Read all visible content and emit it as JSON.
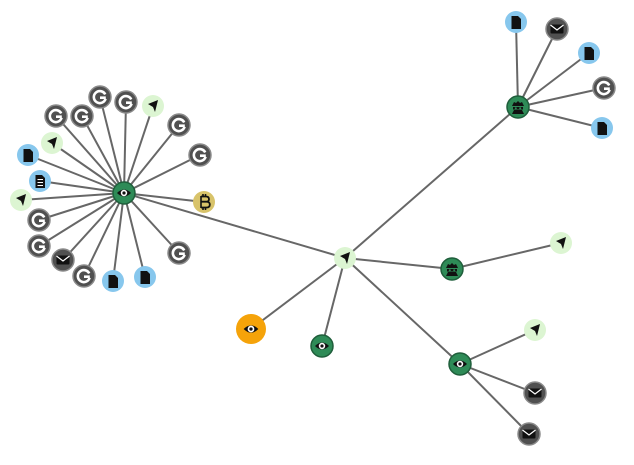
{
  "palette": {
    "edge": "#676767",
    "node_fill_dark": "#505050",
    "node_fill_doc": "#87c7ed",
    "node_fill_pale_green": "#dcf5d2",
    "node_fill_green": "#2e8b57",
    "node_fill_gold": "#d8c36a",
    "node_fill_orange": "#f5a30a",
    "glyph_black": "#111111",
    "glyph_white": "#ffffff"
  },
  "graph": {
    "nodes": [
      {
        "id": "hub-eye-left",
        "kind": "eye-green",
        "icon": "eye-icon"
      },
      {
        "id": "hub-pin-center",
        "kind": "pin",
        "icon": "pin-icon"
      },
      {
        "id": "hub-spy-top",
        "kind": "spy",
        "icon": "spy-icon"
      },
      {
        "id": "hub-spy-mid",
        "kind": "spy",
        "icon": "spy-icon"
      },
      {
        "id": "hub-eye-right",
        "kind": "eye-green",
        "icon": "eye-icon"
      },
      {
        "id": "eye-orange",
        "kind": "eye-orange",
        "icon": "eye-icon"
      },
      {
        "id": "eye-bottom",
        "kind": "eye-green",
        "icon": "eye-icon"
      },
      {
        "id": "bitcoin",
        "kind": "bitcoin",
        "icon": "bitcoin-icon"
      },
      {
        "id": "g1",
        "kind": "google",
        "icon": "google-icon"
      },
      {
        "id": "g2",
        "kind": "google",
        "icon": "google-icon"
      },
      {
        "id": "g3",
        "kind": "google",
        "icon": "google-icon"
      },
      {
        "id": "g4",
        "kind": "google",
        "icon": "google-icon"
      },
      {
        "id": "g5",
        "kind": "google",
        "icon": "google-icon"
      },
      {
        "id": "g6",
        "kind": "google",
        "icon": "google-icon"
      },
      {
        "id": "g7",
        "kind": "google",
        "icon": "google-icon"
      },
      {
        "id": "g8",
        "kind": "google",
        "icon": "google-icon"
      },
      {
        "id": "g9",
        "kind": "google",
        "icon": "google-icon"
      },
      {
        "id": "g10",
        "kind": "google",
        "icon": "google-icon"
      },
      {
        "id": "p1",
        "kind": "pin",
        "icon": "pin-icon"
      },
      {
        "id": "p2",
        "kind": "pin",
        "icon": "pin-icon"
      },
      {
        "id": "p3",
        "kind": "pin",
        "icon": "pin-icon"
      },
      {
        "id": "d1",
        "kind": "doc",
        "icon": "document-icon"
      },
      {
        "id": "d2",
        "kind": "doc-lines",
        "icon": "document-lines-icon"
      },
      {
        "id": "d3",
        "kind": "doc",
        "icon": "document-icon"
      },
      {
        "id": "d4",
        "kind": "doc",
        "icon": "document-icon"
      },
      {
        "id": "m1",
        "kind": "mail",
        "icon": "mail-icon"
      },
      {
        "id": "t-doc1",
        "kind": "doc",
        "icon": "document-icon"
      },
      {
        "id": "t-mail",
        "kind": "mail",
        "icon": "mail-icon"
      },
      {
        "id": "t-doc2",
        "kind": "doc",
        "icon": "document-icon"
      },
      {
        "id": "t-g",
        "kind": "google",
        "icon": "google-icon"
      },
      {
        "id": "t-doc3",
        "kind": "doc",
        "icon": "document-icon"
      },
      {
        "id": "mid-pin",
        "kind": "pin",
        "icon": "pin-icon"
      },
      {
        "id": "r-pin",
        "kind": "pin",
        "icon": "pin-icon"
      },
      {
        "id": "r-mail1",
        "kind": "mail",
        "icon": "mail-icon"
      },
      {
        "id": "r-mail2",
        "kind": "mail",
        "icon": "mail-icon"
      }
    ],
    "edges": [
      [
        "hub-pin-center",
        "hub-eye-left"
      ],
      [
        "hub-pin-center",
        "hub-spy-top"
      ],
      [
        "hub-pin-center",
        "hub-spy-mid"
      ],
      [
        "hub-pin-center",
        "hub-eye-right"
      ],
      [
        "hub-pin-center",
        "eye-orange"
      ],
      [
        "hub-pin-center",
        "eye-bottom"
      ],
      [
        "hub-eye-left",
        "bitcoin"
      ],
      [
        "hub-eye-left",
        "g1"
      ],
      [
        "hub-eye-left",
        "g2"
      ],
      [
        "hub-eye-left",
        "g3"
      ],
      [
        "hub-eye-left",
        "g4"
      ],
      [
        "hub-eye-left",
        "g5"
      ],
      [
        "hub-eye-left",
        "g6"
      ],
      [
        "hub-eye-left",
        "g7"
      ],
      [
        "hub-eye-left",
        "g8"
      ],
      [
        "hub-eye-left",
        "g9"
      ],
      [
        "hub-eye-left",
        "g10"
      ],
      [
        "hub-eye-left",
        "p1"
      ],
      [
        "hub-eye-left",
        "p2"
      ],
      [
        "hub-eye-left",
        "p3"
      ],
      [
        "hub-eye-left",
        "d1"
      ],
      [
        "hub-eye-left",
        "d2"
      ],
      [
        "hub-eye-left",
        "d3"
      ],
      [
        "hub-eye-left",
        "d4"
      ],
      [
        "hub-eye-left",
        "m1"
      ],
      [
        "hub-spy-top",
        "t-doc1"
      ],
      [
        "hub-spy-top",
        "t-mail"
      ],
      [
        "hub-spy-top",
        "t-doc2"
      ],
      [
        "hub-spy-top",
        "t-g"
      ],
      [
        "hub-spy-top",
        "t-doc3"
      ],
      [
        "hub-spy-mid",
        "mid-pin"
      ],
      [
        "hub-eye-right",
        "r-pin"
      ],
      [
        "hub-eye-right",
        "r-mail1"
      ],
      [
        "hub-eye-right",
        "r-mail2"
      ]
    ]
  }
}
